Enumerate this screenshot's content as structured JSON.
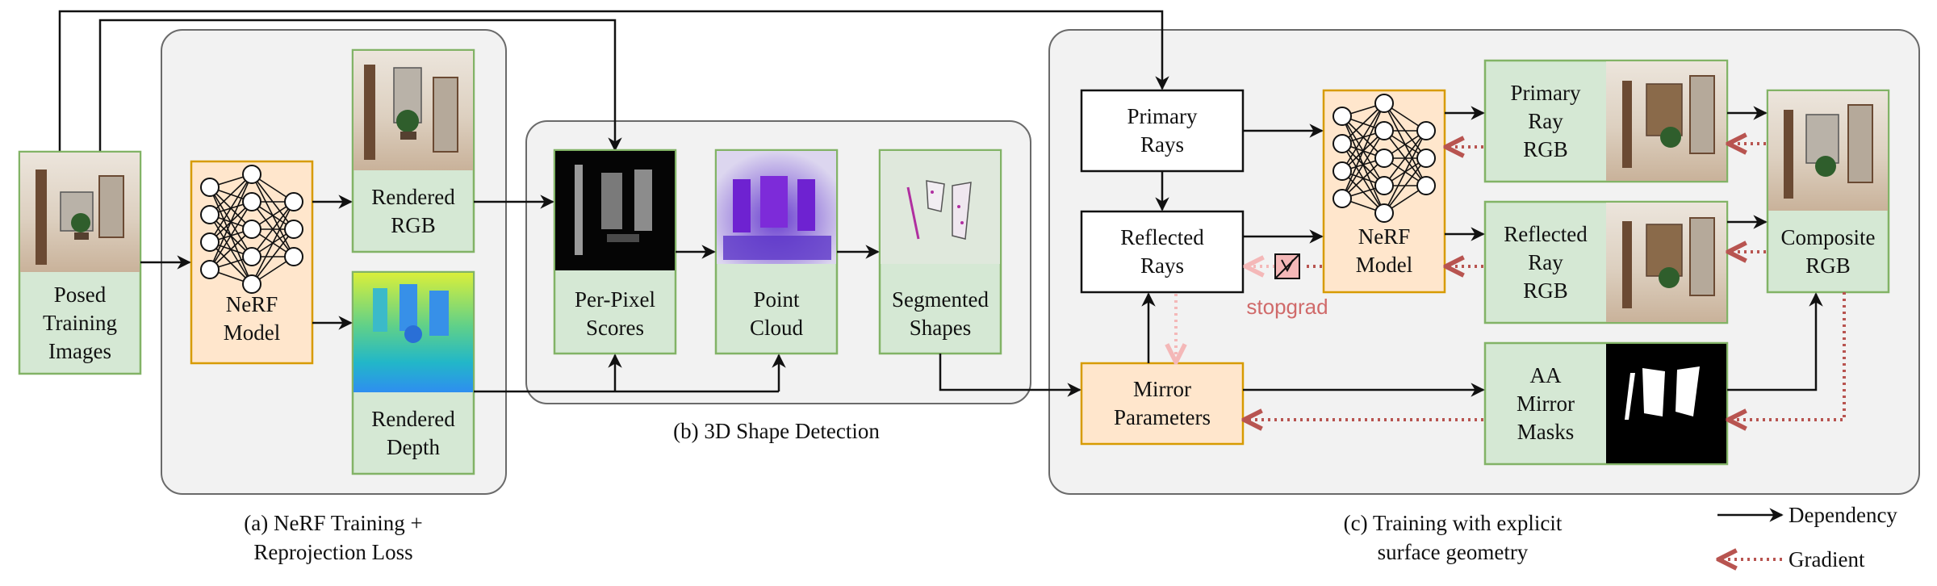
{
  "colors": {
    "panel_fill": "#f2f2f2",
    "panel_stroke": "#6a6a6a",
    "green_fill": "#d5e8d4",
    "green_stroke": "#82b366",
    "orange_fill": "#ffe6cc",
    "orange_stroke": "#d79b00",
    "dependency": "#111111",
    "gradient": "#b85450",
    "gradient_light": "#f4b8b8"
  },
  "panels": {
    "a_caption": "(a) NeRF Training +\nReprojection Loss",
    "b_caption": "(b) 3D Shape Detection",
    "c_caption": "(c) Training with explicit\nsurface geometry"
  },
  "nodes": {
    "posed_training_images": "Posed\nTraining\nImages",
    "nerf_model_a": "NeRF\nModel",
    "rendered_rgb": "Rendered\nRGB",
    "rendered_depth": "Rendered\nDepth",
    "per_pixel_scores": "Per-Pixel\nScores",
    "point_cloud": "Point\nCloud",
    "segmented_shapes": "Segmented\nShapes",
    "primary_rays": "Primary\nRays",
    "reflected_rays": "Reflected\nRays",
    "mirror_parameters": "Mirror\nParameters",
    "nerf_model_c": "NeRF\nModel",
    "primary_ray_rgb": "Primary\nRay\nRGB",
    "reflected_ray_rgb": "Reflected\nRay\nRGB",
    "aa_mirror_masks": "AA\nMirror\nMasks",
    "composite_rgb": "Composite\nRGB"
  },
  "stopgrad_label": "stopgrad",
  "legend": {
    "dependency": "Dependency",
    "gradient": "Gradient"
  },
  "icons": {
    "neural_network": "neural-network-icon",
    "stopgrad": "stopgrad-icon"
  }
}
